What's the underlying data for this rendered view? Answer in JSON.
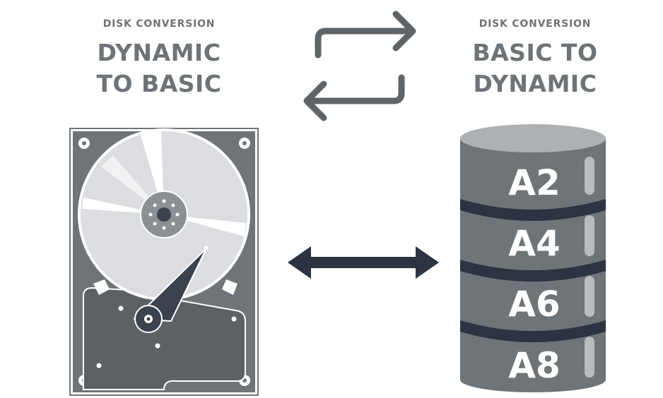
{
  "left_label": {
    "kicker": "DISK CONVERSION",
    "line1": "DYNAMIC",
    "line2": "TO BASIC"
  },
  "right_label": {
    "kicker": "DISK CONVERSION",
    "line1": "BASIC TO",
    "line2": "DYNAMIC"
  },
  "cylinder_segments": [
    "A2",
    "A4",
    "A6",
    "A8"
  ],
  "colors": {
    "text_gray": "#6e7378",
    "arrow_gray": "#5f6468",
    "dark_navy": "#2b3440",
    "cylinder_gray": "#6f7478",
    "platter_light": "#dcdde0"
  },
  "icons": [
    "cycle-arrows-icon",
    "hard-drive-icon",
    "double-arrow-icon",
    "database-cylinder-icon"
  ]
}
